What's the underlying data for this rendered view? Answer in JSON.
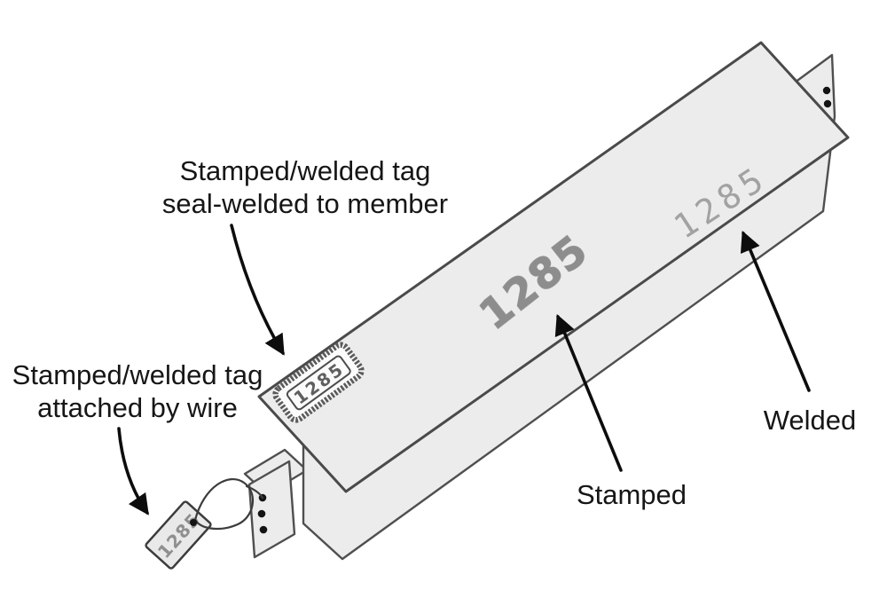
{
  "figure": {
    "labels": {
      "seal_welded": {
        "line1": "Stamped/welded tag",
        "line2": "seal-welded to member"
      },
      "wire": {
        "line1": "Stamped/welded tag",
        "line2": "attached by wire"
      },
      "stamped": "Stamped",
      "welded": "Welded"
    },
    "marks": {
      "seal_tag": "1285",
      "wire_tag": "1285",
      "stamped": "1285",
      "welded": "1285"
    },
    "colors": {
      "background": "#ffffff",
      "plate_fill": "#ececec",
      "plate_outline": "#4a4a4a",
      "arrow": "#0d0d0d",
      "label_text": "#161616",
      "stamped_mark": "#8d8d8d",
      "welded_mark": "#a2a2a2",
      "seal_tag_mark": "#5f5f5f",
      "wire_tag_mark": "#8f8f8f",
      "hole": "#131313"
    }
  }
}
